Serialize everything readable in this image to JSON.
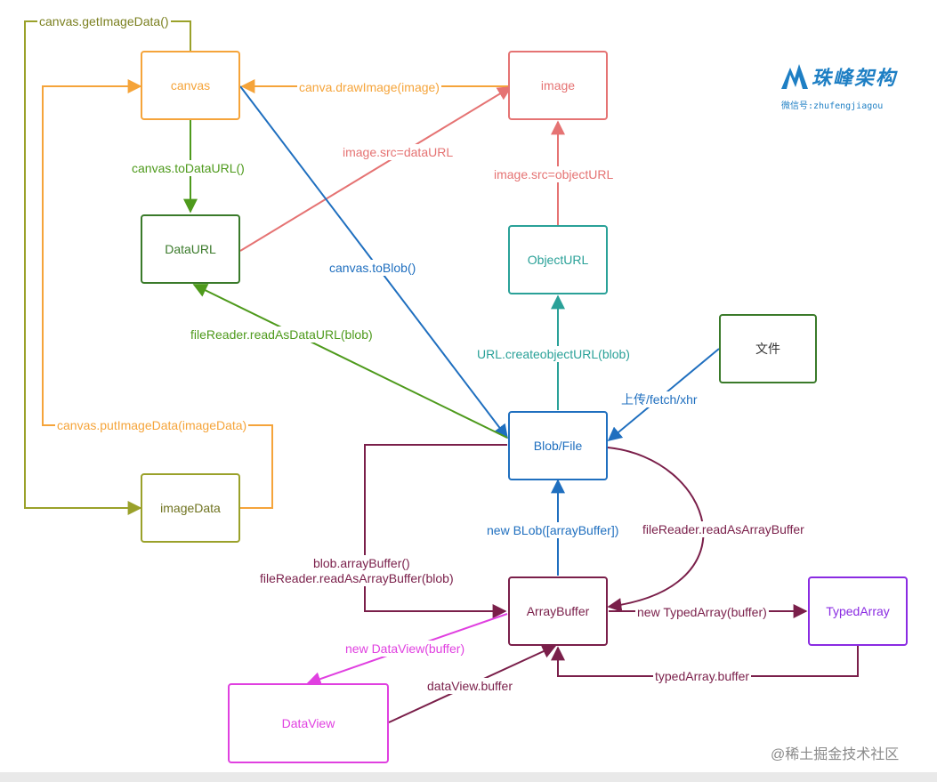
{
  "colors": {
    "orange": "#f5a43a",
    "olive": "#9aa12a",
    "green": "#4e9a1c",
    "darkgreen": "#3a7a2a",
    "salmon": "#e57373",
    "teal": "#2aa198",
    "blue": "#1f6fbf",
    "maroon": "#7a1f4a",
    "magenta": "#e040e0",
    "purple": "#8a2be2"
  },
  "nodes": {
    "canvas": "canvas",
    "image": "image",
    "dataurl": "DataURL",
    "objecturl": "ObjectURL",
    "file": "文件",
    "blob": "Blob/File",
    "imagedata": "imageData",
    "arraybuffer": "ArrayBuffer",
    "typedarray": "TypedArray",
    "dataview": "DataView"
  },
  "edges": {
    "get_image_data": "canvas.getImageData()",
    "draw_image": "canva.drawImage(image)",
    "to_data_url": "canvas.toDataURL()",
    "image_src_dataurl": "image.src=dataURL",
    "image_src_objecturl": "image.src=objectURL",
    "to_blob": "canvas.toBlob()",
    "read_as_dataurl": "fileReader.readAsDataURL(blob)",
    "create_object_url": "URL.createobjectURL(blob)",
    "upload_fetch_xhr": "上传/fetch/xhr",
    "put_image_data": "canvas.putImageData(imageData)",
    "new_blob": "new BLob([arrayBuffer])",
    "read_as_arraybuffer_right": "fileReader.readAsArrayBuffer",
    "blob_arraybuffer": "blob.arrayBuffer()",
    "read_as_arraybuffer_left": "fileReader.readAsArrayBuffer(blob)",
    "new_typed_array": "new TypedArray(buffer)",
    "new_dataview": "new DataView(buffer)",
    "dataview_buffer": "dataView.buffer",
    "typedarray_buffer": "typedArray.buffer"
  },
  "brand": {
    "title": "珠峰架构",
    "subtitle": "微信号:zhufengjiagou"
  },
  "watermark": "@稀土掘金技术社区"
}
